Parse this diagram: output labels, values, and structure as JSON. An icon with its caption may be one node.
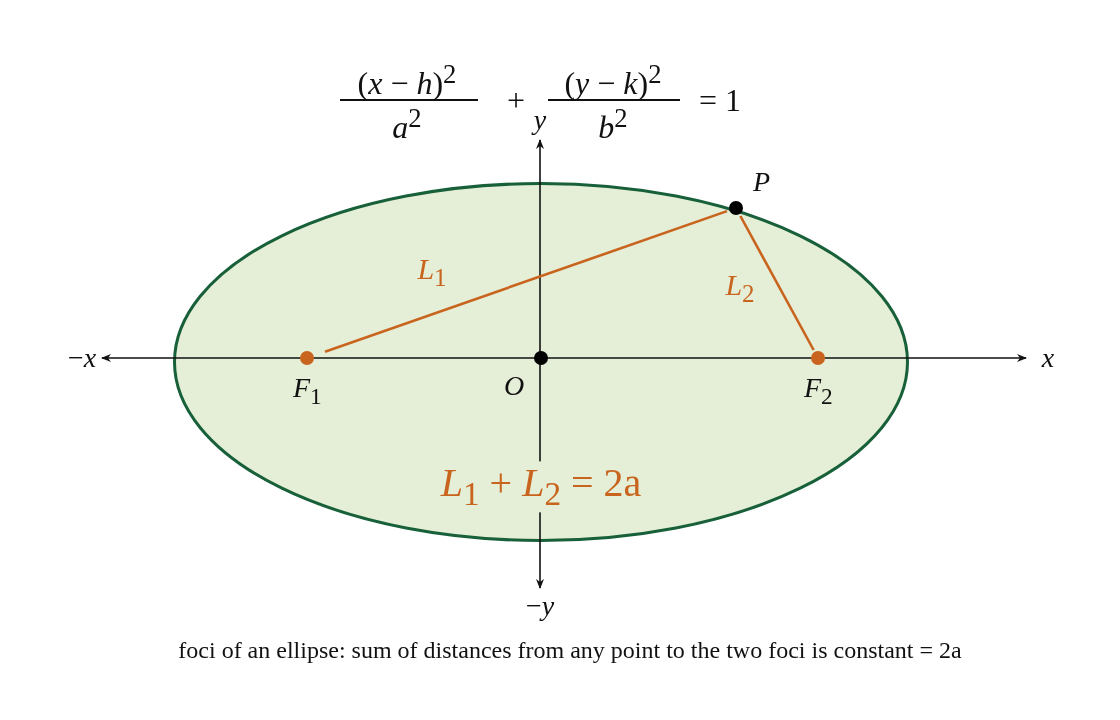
{
  "diagram": {
    "caption": "foci of an ellipse: sum of distances from any point to the two foci is constant = 2a",
    "nodes": [
      {
        "text": [
          "*L*$_{1}$ + *L*$_{2}$ = 2a"
        ]
      },
      {
        "text": [
          "P"
        ]
      },
      {
        "text": [
          "*F*$_{1}$"
        ],
        "in": 0
      },
      {
        "text": [
          "O"
        ],
        "in": 0
      },
      {
        "text": [
          "*F*$_{2}$"
        ],
        "in": 0
      }
    ],
    "edges": [
      {
        "from": 2,
        "to": 1,
        "arrow": "none",
        "label": "*L*$_{1}$"
      },
      {
        "from": 1,
        "to": 4,
        "arrow": "none",
        "label": "*L*$_{2}$"
      }
    ],
    "labels": [
      "(*x* − *h*)$^{2}$",
      "*a*$^{2}$",
      "+",
      "(*y* − *k*)$^{2}$",
      "*b*$^{2}$",
      "= 1",
      "*y*",
      "−*x*",
      "*x*",
      "−*y*"
    ]
  }
}
